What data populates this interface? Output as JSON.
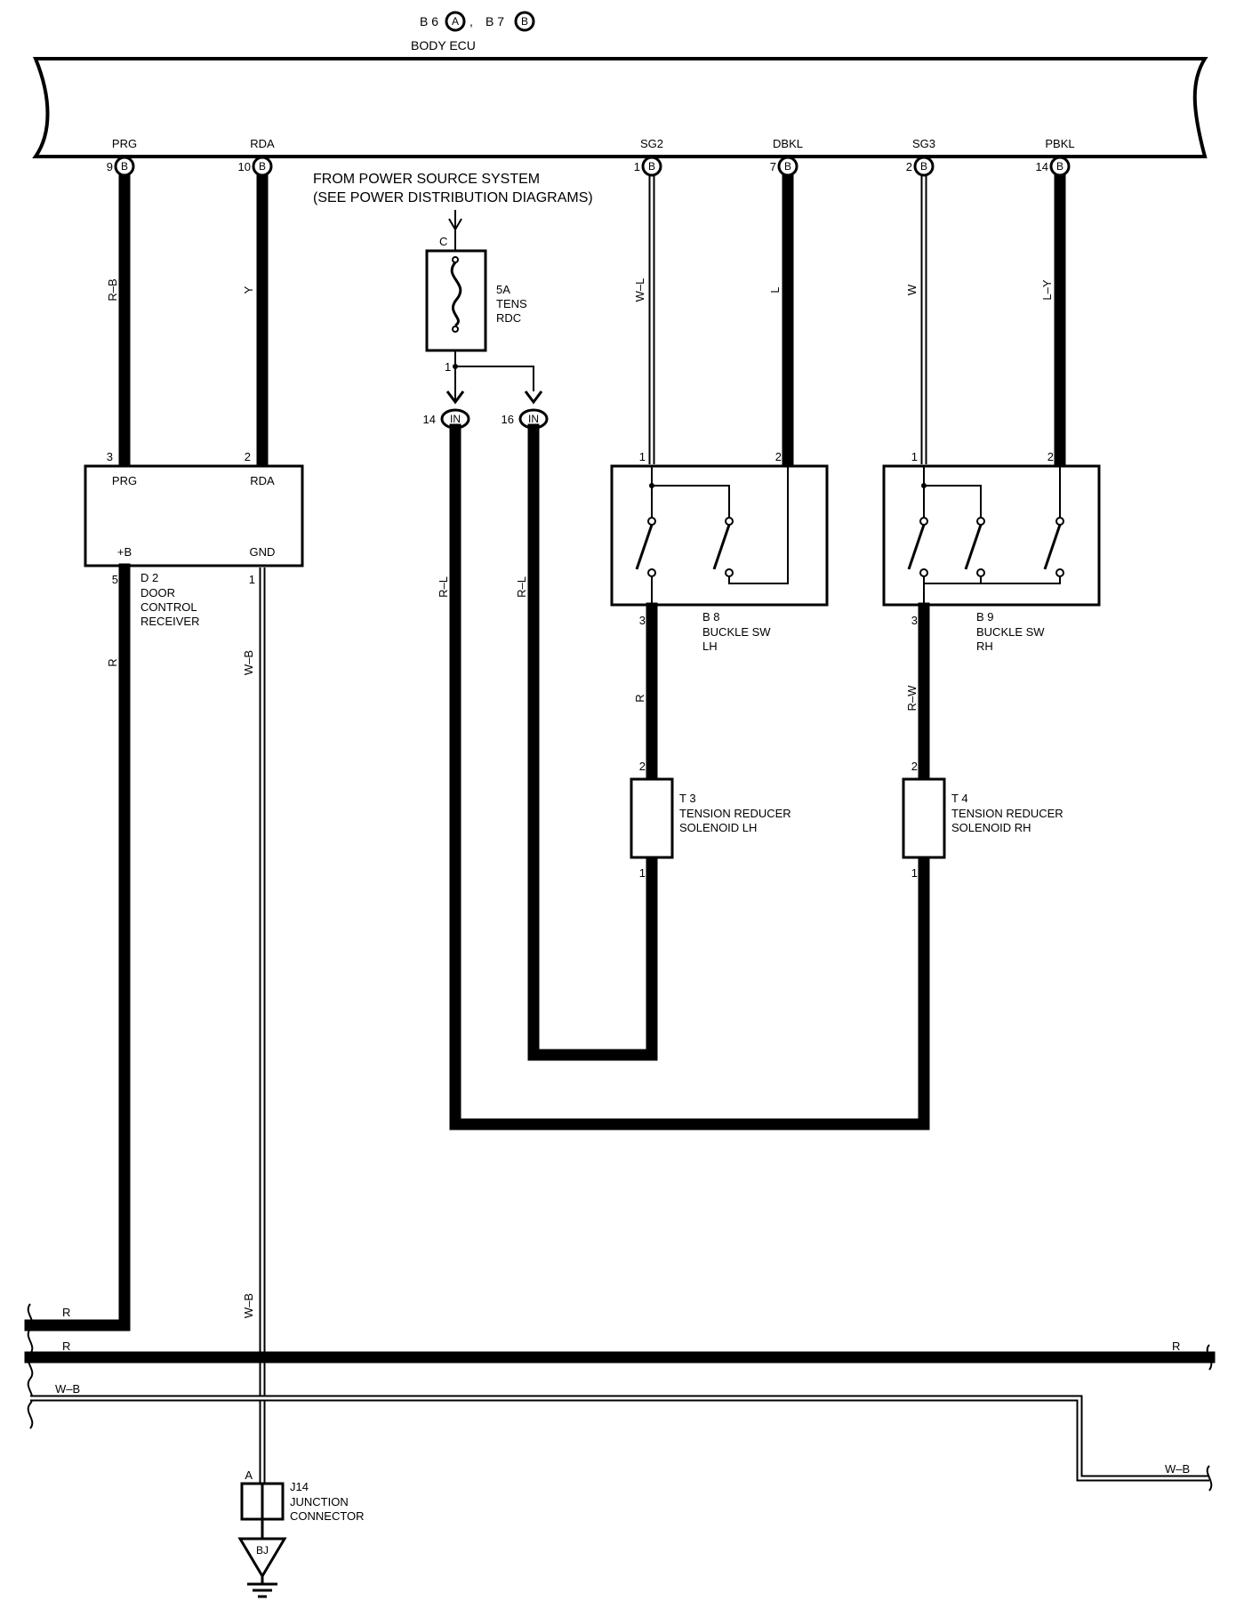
{
  "header": {
    "conn1": "B 6",
    "conn1_type": "A",
    "sep": ",",
    "conn2": "B 7",
    "conn2_type": "B",
    "ecu_name": "BODY ECU"
  },
  "ecu_pins": [
    {
      "name": "PRG",
      "num": "9",
      "type": "B"
    },
    {
      "name": "RDA",
      "num": "10",
      "type": "B"
    },
    {
      "name": "SG2",
      "num": "1",
      "type": "B"
    },
    {
      "name": "DBKL",
      "num": "7",
      "type": "B"
    },
    {
      "name": "SG3",
      "num": "2",
      "type": "B"
    },
    {
      "name": "PBKL",
      "num": "14",
      "type": "B"
    }
  ],
  "power_source": {
    "line1": "FROM POWER SOURCE SYSTEM",
    "line2": "(SEE POWER DISTRIBUTION DIAGRAMS)",
    "fuse_in_pin": "C",
    "fuse_out_pin": "1",
    "fuse_amp": "5A",
    "fuse_name1": "TENS",
    "fuse_name2": "RDC"
  },
  "junctions": [
    {
      "pin": "14",
      "label": "IN"
    },
    {
      "pin": "16",
      "label": "IN"
    }
  ],
  "wire_colors": {
    "prg": "R–B",
    "rda": "Y",
    "sg2": "W–L",
    "dbkl": "L",
    "sg3": "W",
    "pbkl": "L–Y",
    "in14": "R–L",
    "in16": "R–L",
    "plus_b": "R",
    "gnd": "W–B",
    "b8_out": "R",
    "b9_out": "R–W",
    "gnd_lower": "W–B",
    "bus_r1": "R",
    "bus_r2": "R",
    "bus_r2_right": "R",
    "bus_wb": "W–B",
    "bus_wb_right": "W–B"
  },
  "door_receiver": {
    "pin_prg": "3",
    "pin_rda": "2",
    "lbl_prg": "PRG",
    "lbl_rda": "RDA",
    "lbl_b": "+B",
    "lbl_gnd": "GND",
    "pin_b": "5",
    "pin_gnd": "1",
    "code": "D 2",
    "name1": "DOOR",
    "name2": "CONTROL",
    "name3": "RECEIVER"
  },
  "buckle_lh": {
    "pin1": "1",
    "pin2": "2",
    "pin3": "3",
    "code": "B 8",
    "name1": "BUCKLE SW",
    "name2": "LH"
  },
  "buckle_rh": {
    "pin1": "1",
    "pin2": "2",
    "pin3": "3",
    "code": "B 9",
    "name1": "BUCKLE SW",
    "name2": "RH"
  },
  "solenoid_lh": {
    "pin_top": "2",
    "pin_bot": "1",
    "code": "T 3",
    "name1": "TENSION REDUCER",
    "name2": "SOLENOID LH"
  },
  "solenoid_rh": {
    "pin_top": "2",
    "pin_bot": "1",
    "code": "T 4",
    "name1": "TENSION REDUCER",
    "name2": "SOLENOID RH"
  },
  "junction_connector": {
    "pin": "A",
    "code": "J14",
    "name1": "JUNCTION",
    "name2": "CONNECTOR"
  },
  "ground": {
    "label": "BJ"
  }
}
